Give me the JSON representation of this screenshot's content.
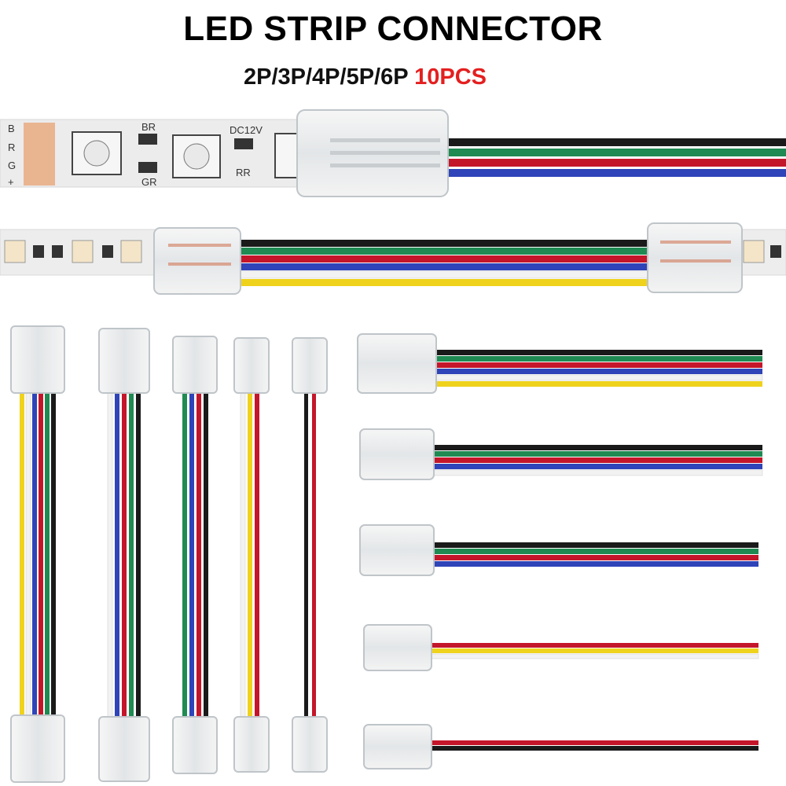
{
  "title": "LED STRIP CONNECTOR",
  "subtitle": {
    "types": "2P/3P/4P/5P/6P",
    "quantity": "10PCS"
  },
  "strip_labels": {
    "top_strip": [
      "B",
      "G",
      "R",
      "BR",
      "GR",
      "DC12V",
      "RR",
      "+"
    ]
  },
  "colors": {
    "black": "#1a1a1a",
    "green": "#1f8a52",
    "red": "#c4162a",
    "blue": "#2f44b8",
    "white": "#f2f2f2",
    "yellow": "#efd21c",
    "qty_red": "#e41f1f"
  },
  "connector_variants": [
    {
      "pins": 6,
      "wires": [
        "yellow",
        "white",
        "blue",
        "red",
        "green",
        "black"
      ]
    },
    {
      "pins": 5,
      "wires": [
        "white",
        "blue",
        "red",
        "green",
        "black"
      ]
    },
    {
      "pins": 4,
      "wires": [
        "green",
        "blue",
        "red",
        "black"
      ]
    },
    {
      "pins": 3,
      "wires": [
        "white",
        "yellow",
        "red"
      ]
    },
    {
      "pins": 2,
      "wires": [
        "black",
        "red"
      ]
    }
  ]
}
